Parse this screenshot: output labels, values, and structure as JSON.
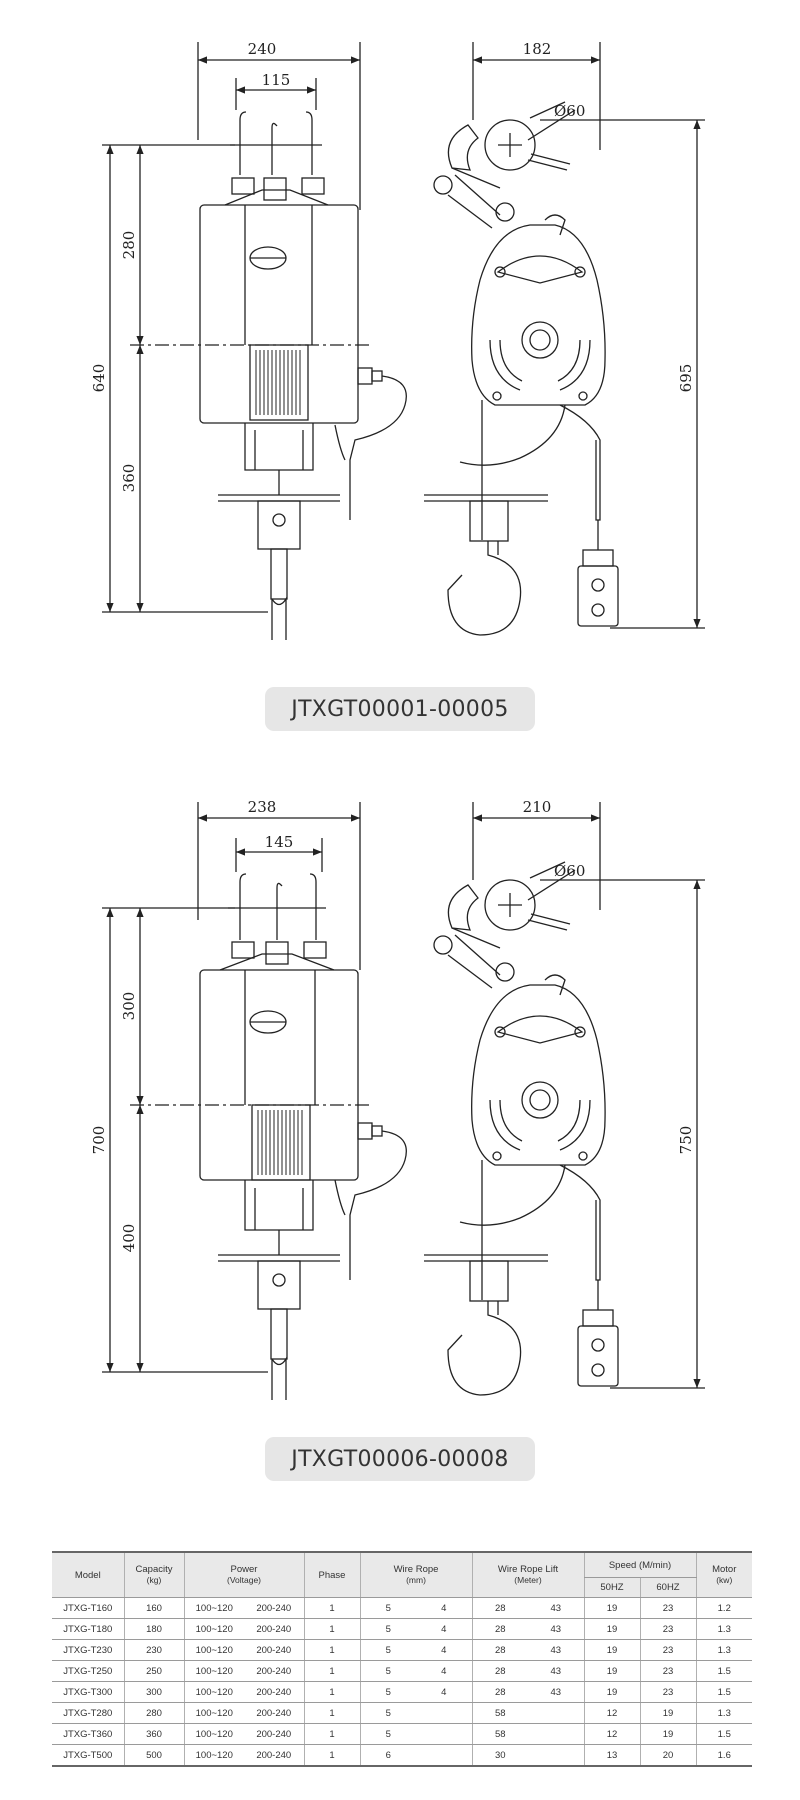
{
  "drawing1": {
    "dim_width": "240",
    "dim_inner": "115",
    "dim_total": "640",
    "dim_upper": "280",
    "dim_lower": "360",
    "side_width": "182",
    "side_height": "695",
    "hook_dia": "Ø60",
    "caption": "JTXGT00001-00005"
  },
  "drawing2": {
    "dim_width": "238",
    "dim_inner": "145",
    "dim_total": "700",
    "dim_upper": "300",
    "dim_lower": "400",
    "side_width": "210",
    "side_height": "750",
    "hook_dia": "Ø60",
    "caption": "JTXGT00006-00008"
  },
  "table": {
    "headers": {
      "model": "Model",
      "capacity": "Capacity",
      "capacity_unit": "(kg)",
      "power": "Power",
      "power_unit": "(Voltage)",
      "phase": "Phase",
      "wire_rope": "Wire Rope",
      "wire_rope_unit": "(mm)",
      "lift": "Wire Rope Lift",
      "lift_unit": "(Meter)",
      "speed": "Speed (M/min)",
      "speed_50": "50HZ",
      "speed_60": "60HZ",
      "motor": "Motor",
      "motor_unit": "(kw)"
    },
    "rows": [
      [
        "JTXG-T160",
        "160",
        "100~120",
        "200-240",
        "1",
        "5",
        "4",
        "28",
        "43",
        "19",
        "23",
        "1.2"
      ],
      [
        "JTXG-T180",
        "180",
        "100~120",
        "200-240",
        "1",
        "5",
        "4",
        "28",
        "43",
        "19",
        "23",
        "1.3"
      ],
      [
        "JTXG-T230",
        "230",
        "100~120",
        "200-240",
        "1",
        "5",
        "4",
        "28",
        "43",
        "19",
        "23",
        "1.3"
      ],
      [
        "JTXG-T250",
        "250",
        "100~120",
        "200-240",
        "1",
        "5",
        "4",
        "28",
        "43",
        "19",
        "23",
        "1.5"
      ],
      [
        "JTXG-T300",
        "300",
        "100~120",
        "200-240",
        "1",
        "5",
        "4",
        "28",
        "43",
        "19",
        "23",
        "1.5"
      ],
      [
        "JTXG-T280",
        "280",
        "100~120",
        "200-240",
        "1",
        "5",
        "",
        "58",
        "",
        "12",
        "19",
        "1.3"
      ],
      [
        "JTXG-T360",
        "360",
        "100~120",
        "200-240",
        "1",
        "5",
        "",
        "58",
        "",
        "12",
        "19",
        "1.5"
      ],
      [
        "JTXG-T500",
        "500",
        "100~120",
        "200-240",
        "1",
        "6",
        "",
        "30",
        "",
        "13",
        "20",
        "1.6"
      ]
    ]
  }
}
